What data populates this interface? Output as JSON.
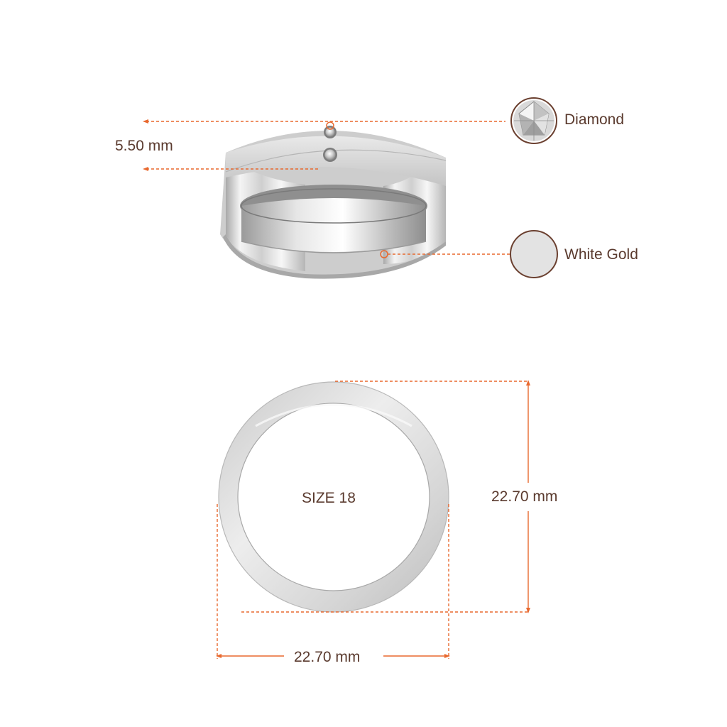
{
  "top_view": {
    "height_label": "5.50 mm"
  },
  "materials": [
    {
      "name": "Diamond"
    },
    {
      "name": "White Gold"
    }
  ],
  "front_view": {
    "size_label": "SIZE 18",
    "height_label": "22.70 mm",
    "width_label": "22.70 mm"
  },
  "colors": {
    "accent": "#e8692f",
    "text": "#5a3a2e",
    "swatch_border": "#6b4030",
    "metal": "#dcdcdc"
  }
}
